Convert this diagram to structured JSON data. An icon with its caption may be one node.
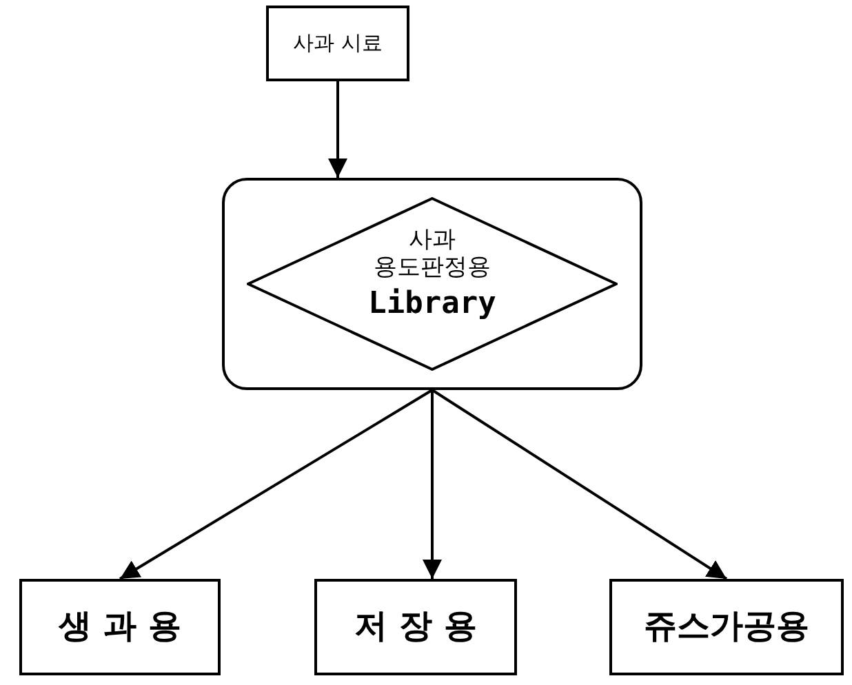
{
  "diagram": {
    "nodes": [
      {
        "text": [
          "사과 시료"
        ]
      },
      {
        "text": [],
        "shape": "box"
      },
      {
        "text": [
          "사과 용도판정용",
          "Library"
        ],
        "in": 1
      },
      {
        "text": [
          "생 과 용"
        ]
      },
      {
        "text": [
          "저 장 용"
        ]
      },
      {
        "text": [
          "쥬스가공용"
        ]
      }
    ],
    "edges": [
      {
        "from": 0,
        "to": 1,
        "arrow": "to"
      },
      {
        "from": 1,
        "to": 3,
        "arrow": "to"
      },
      {
        "from": 1,
        "to": 4,
        "arrow": "to"
      },
      {
        "from": 1,
        "to": 5,
        "arrow": "to"
      }
    ]
  }
}
